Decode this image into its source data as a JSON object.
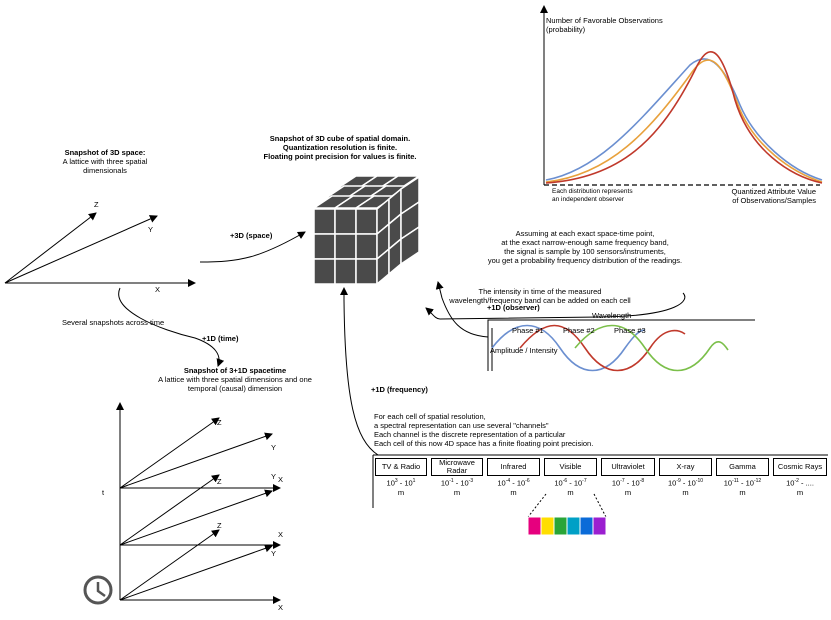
{
  "space_block": {
    "title": "Snapshot of 3D space:",
    "desc1": "A lattice with three spatial",
    "desc2": "dimensionals",
    "axis_z": "Z",
    "axis_y": "Y",
    "axis_x": "X"
  },
  "cube_block": {
    "line1": "Snapshot of 3D cube of spatial domain.",
    "line2": "Quantization resolution is finite.",
    "line3": "Floating point precision for values is finite."
  },
  "arrows": {
    "space": "+3D (space)",
    "time": "+1D (time)",
    "observer": "+1D (observer)",
    "frequency": "+1D (frequency)"
  },
  "time_block": {
    "snapshots": "Several snapshots across time",
    "title": "Snapshot of 3+1D spacetime",
    "desc1": "A lattice with three spatial dimensions and one",
    "desc2": "temporal (causal) dimension",
    "axis_t": "t",
    "axis_labels": [
      "Z",
      "Y",
      "X",
      "Z",
      "Y",
      "X",
      "Z",
      "Y",
      "X"
    ]
  },
  "chart": {
    "ylabel1": "Number of Favorable Observations",
    "ylabel2": "(probability)",
    "note1": "Each distribution represents",
    "note2": "an independent observer",
    "xlabel1": "Quantized Attribute Value",
    "xlabel2": "of Observations/Samples"
  },
  "observer_block": {
    "line1": "Assuming at each exact space-time point,",
    "line2": "at the exact narrow-enough same frequency band,",
    "line3": "the signal is sample by 100 sensors/instruments,",
    "line4": "you get a probability frequency distribution of the readings."
  },
  "intensity_block": {
    "line1": "The intensity in time of the measured",
    "line2": "wavelength/frequency band can be added on each cell"
  },
  "wave": {
    "title": "Wavelength",
    "phase1": "Phase #1",
    "phase2": "Phase #2",
    "phase3": "Phase #3",
    "amplitude": "Amplitude / Intensity"
  },
  "spectral_block": {
    "line1": "For each cell of spatial resolution,",
    "line2": "a spectral representation can use several \"channels\"",
    "line3": "Each channel is the discrete representation of a particular",
    "line4": "Each cell of this now 4D space has a finite floating point precision."
  },
  "bands": [
    {
      "name": "TV & Radio",
      "a": "10",
      "ae": "3",
      "b": "10",
      "be": "1",
      "unit": "m"
    },
    {
      "name": "Microwave Radar",
      "a": "10",
      "ae": "-1",
      "b": "10",
      "be": "-3",
      "unit": "m"
    },
    {
      "name": "Infrared",
      "a": "10",
      "ae": "-4",
      "b": "10",
      "be": "-6",
      "unit": "m"
    },
    {
      "name": "Visible",
      "a": "10",
      "ae": "-6",
      "b": "10",
      "be": "-7",
      "unit": "m"
    },
    {
      "name": "Ultraviolet",
      "a": "10",
      "ae": "-7",
      "b": "10",
      "be": "-8",
      "unit": "m"
    },
    {
      "name": "X-ray",
      "a": "10",
      "ae": "-9",
      "b": "10",
      "be": "-10",
      "unit": "m"
    },
    {
      "name": "Gamma",
      "a": "10",
      "ae": "-11",
      "b": "10",
      "be": "-12",
      "unit": "m"
    },
    {
      "name": "Cosmic Rays",
      "a": "10",
      "ae": "-2",
      "b": "....",
      "be": "",
      "unit": "m"
    }
  ],
  "visible_colors": [
    "#e6007e",
    "#ffde00",
    "#2aa537",
    "#00a0c6",
    "#0b6bd8",
    "#9b1fd0"
  ],
  "curve_colors": [
    "#6b8fd0",
    "#e8a13c",
    "#c0392b"
  ]
}
